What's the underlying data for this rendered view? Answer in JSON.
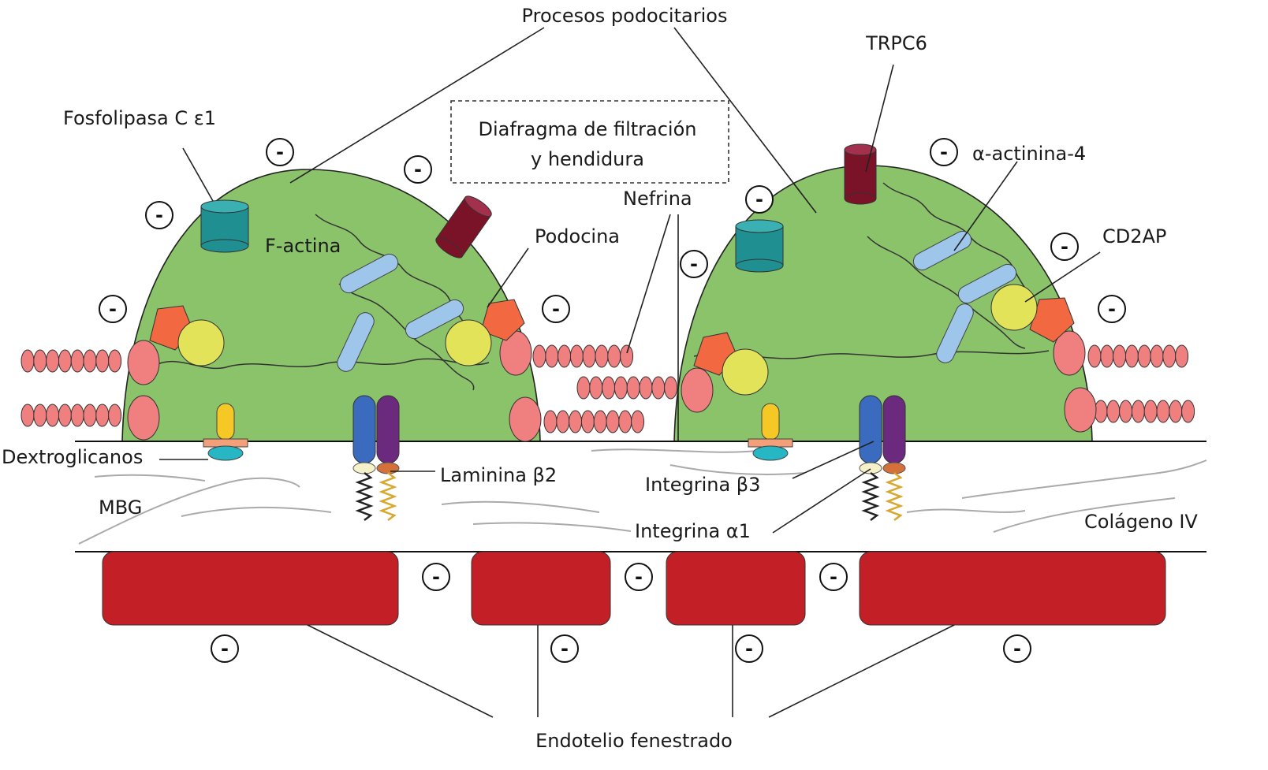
{
  "labels": {
    "procesos_podocitarios": "Procesos podocitarios",
    "trpc6": "TRPC6",
    "fosfolipasa": "Fosfolipasa C ε1",
    "diafragma_line1": "Diafragma de filtración",
    "diafragma_line2": "y hendidura",
    "alfa_actinina": "α-actinina-4",
    "nefrina": "Nefrina",
    "f_actina": "F-actina",
    "podocina": "Podocina",
    "cd2ap": "CD2AP",
    "dextroglicanos": "Dextroglicanos",
    "laminina": "Laminina β2",
    "integrina_b3": "Integrina β3",
    "integrina_a1": "Integrina α1",
    "mbg": "MBG",
    "colageno": "Colágeno IV",
    "endotelio": "Endotelio fenestrado"
  },
  "charge_symbol": "-",
  "colors": {
    "podocyte": "#8bc36a",
    "endothelium": "#c21f26",
    "nephrin": "#f08080",
    "podocin": "#f26840",
    "cd2ap": "#e3e35a",
    "actinin": "#9ec5ea",
    "plc": "#1f8f91",
    "trpc6": "#7a1228",
    "integrin_beta": "#3a6bbf",
    "integrin_alpha": "#6c2a7e",
    "dystroglycan": "#f6c825"
  }
}
